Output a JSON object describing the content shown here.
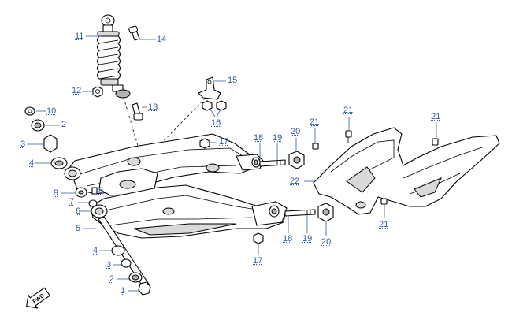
{
  "colors": {
    "label": "#2d5aa0",
    "line": "#000000",
    "fill": "#ffffff",
    "shade": "#d9d9d9"
  },
  "labels": [
    {
      "id": "l11",
      "text": "11"
    },
    {
      "id": "l14",
      "text": "14"
    },
    {
      "id": "l12",
      "text": "12"
    },
    {
      "id": "l13",
      "text": "13"
    },
    {
      "id": "l15",
      "text": "15"
    },
    {
      "id": "l16",
      "text": "16"
    },
    {
      "id": "l10",
      "text": "10"
    },
    {
      "id": "l2a",
      "text": "2"
    },
    {
      "id": "l3a",
      "text": "3"
    },
    {
      "id": "l4a",
      "text": "4"
    },
    {
      "id": "l17a",
      "text": "17"
    },
    {
      "id": "l18a",
      "text": "18"
    },
    {
      "id": "l19a",
      "text": "19"
    },
    {
      "id": "l20a",
      "text": "20"
    },
    {
      "id": "l21a",
      "text": "21"
    },
    {
      "id": "l21b",
      "text": "21"
    },
    {
      "id": "l21c",
      "text": "21"
    },
    {
      "id": "l22",
      "text": "22"
    },
    {
      "id": "l9",
      "text": "9"
    },
    {
      "id": "l8",
      "text": "8"
    },
    {
      "id": "l7",
      "text": "7"
    },
    {
      "id": "l6",
      "text": "6"
    },
    {
      "id": "l5",
      "text": "5"
    },
    {
      "id": "l4b",
      "text": "4"
    },
    {
      "id": "l3b",
      "text": "3"
    },
    {
      "id": "l2b",
      "text": "2"
    },
    {
      "id": "l1",
      "text": "1"
    },
    {
      "id": "l18b",
      "text": "18"
    },
    {
      "id": "l19b",
      "text": "19"
    },
    {
      "id": "l20b",
      "text": "20"
    },
    {
      "id": "l17b",
      "text": "17"
    },
    {
      "id": "l21d",
      "text": "21"
    }
  ],
  "fwd_badge": "FWD"
}
